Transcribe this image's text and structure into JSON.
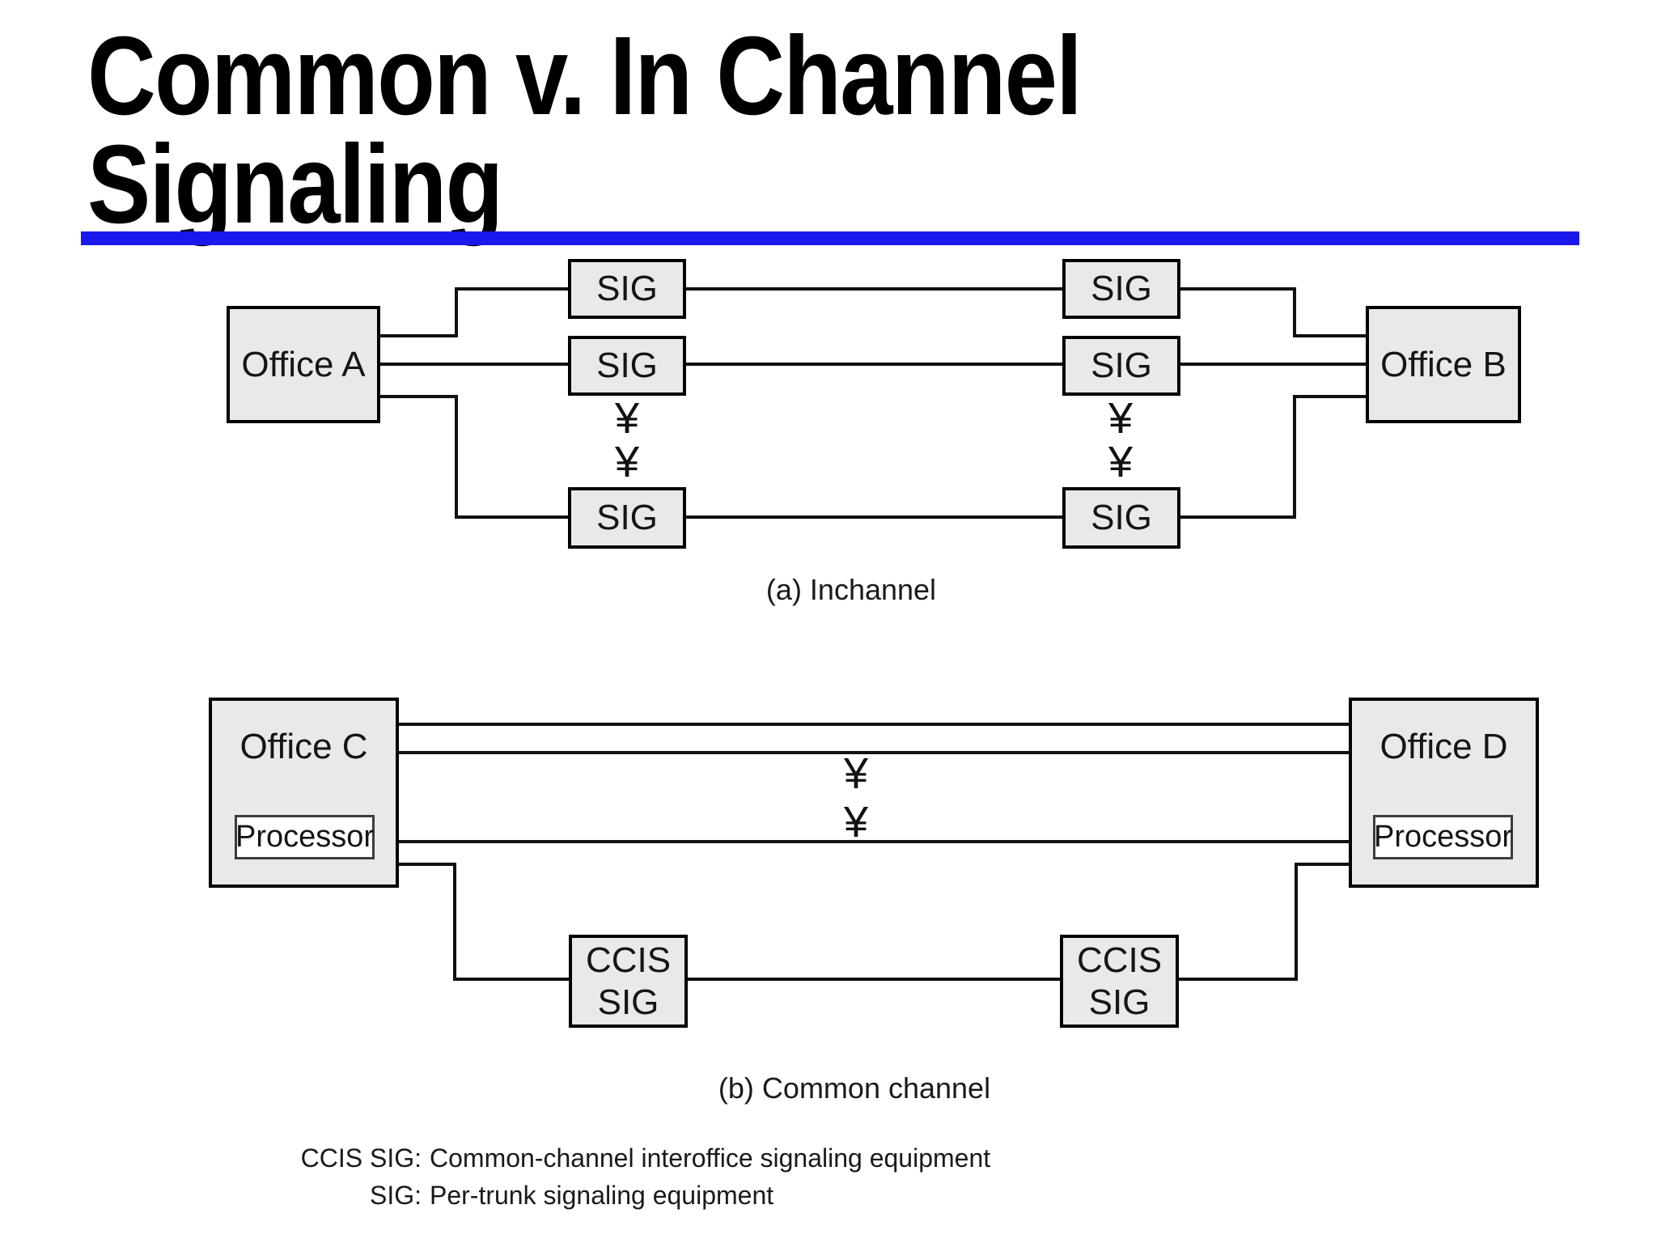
{
  "title": "Common v. In Channel\nSignaling",
  "colors": {
    "accent": "#1b18eb",
    "box_fill": "#e9e9e9",
    "line": "#111111"
  },
  "diagram_a": {
    "office_left": "Office A",
    "office_right": "Office B",
    "sig_label": "SIG",
    "ellipsis_glyph": "¥",
    "caption": "(a) Inchannel"
  },
  "diagram_b": {
    "office_left": "Office C",
    "office_right": "Office D",
    "processor_label": "Processor",
    "ccis_top": "CCIS",
    "ccis_bottom": "SIG",
    "ellipsis_glyph": "¥",
    "caption": "(b) Common channel"
  },
  "legend": {
    "rows": [
      {
        "term": "CCIS SIG:",
        "definition": "Common-channel interoffice signaling equipment"
      },
      {
        "term": "SIG:",
        "definition": "Per-trunk signaling equipment"
      }
    ]
  }
}
